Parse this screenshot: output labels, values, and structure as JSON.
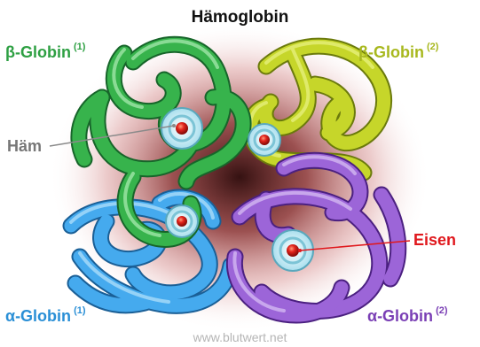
{
  "title": "Hämoglobin",
  "labels": {
    "beta_globin_1": {
      "text": "β-Globin",
      "index": "(1)",
      "color": "#2ea043"
    },
    "beta_globin_2": {
      "text": "β-Globin",
      "index": "(2)",
      "color": "#a8b81e"
    },
    "alpha_globin_1": {
      "text": "α-Globin",
      "index": "(1)",
      "color": "#2a8fd6"
    },
    "alpha_globin_2": {
      "text": "α-Globin",
      "index": "(2)",
      "color": "#7a3fb5"
    },
    "haem": {
      "text": "Häm",
      "color": "#777777"
    },
    "iron": {
      "text": "Eisen",
      "color": "#e0181d"
    }
  },
  "watermark": "www.blutwert.net",
  "colors": {
    "beta_globin_1": "#36b24a",
    "beta_globin_2": "#c4d62c",
    "alpha_globin_1": "#3fa6e8",
    "alpha_globin_2": "#9a63d6",
    "haem_ring": "#bfe9f2",
    "iron": "#e0261e",
    "glow": "#8c1f1f"
  }
}
